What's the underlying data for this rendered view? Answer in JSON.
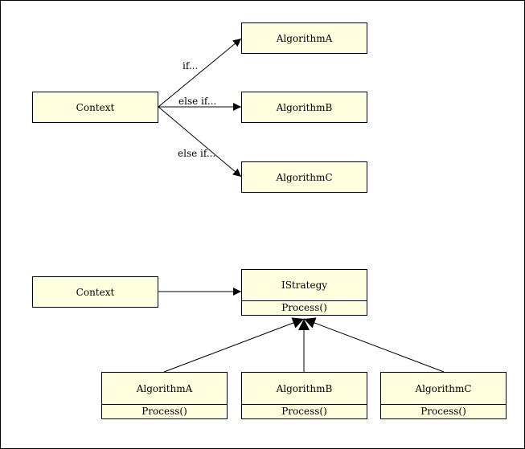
{
  "top_diagram": {
    "context": "Context",
    "algorithm_a": "AlgorithmA",
    "algorithm_b": "AlgorithmB",
    "algorithm_c": "AlgorithmC",
    "edge_a_label": "if...",
    "edge_b_label": "else if...",
    "edge_c_label": "else if..."
  },
  "bottom_diagram": {
    "context": "Context",
    "interface": {
      "name": "IStrategy",
      "operation": "Process()"
    },
    "algorithm_a": {
      "name": "AlgorithmA",
      "operation": "Process()"
    },
    "algorithm_b": {
      "name": "AlgorithmB",
      "operation": "Process()"
    },
    "algorithm_c": {
      "name": "AlgorithmC",
      "operation": "Process()"
    }
  },
  "colors": {
    "box_fill": "#ffffe0",
    "stroke": "#000000",
    "background": "#ffffff"
  }
}
